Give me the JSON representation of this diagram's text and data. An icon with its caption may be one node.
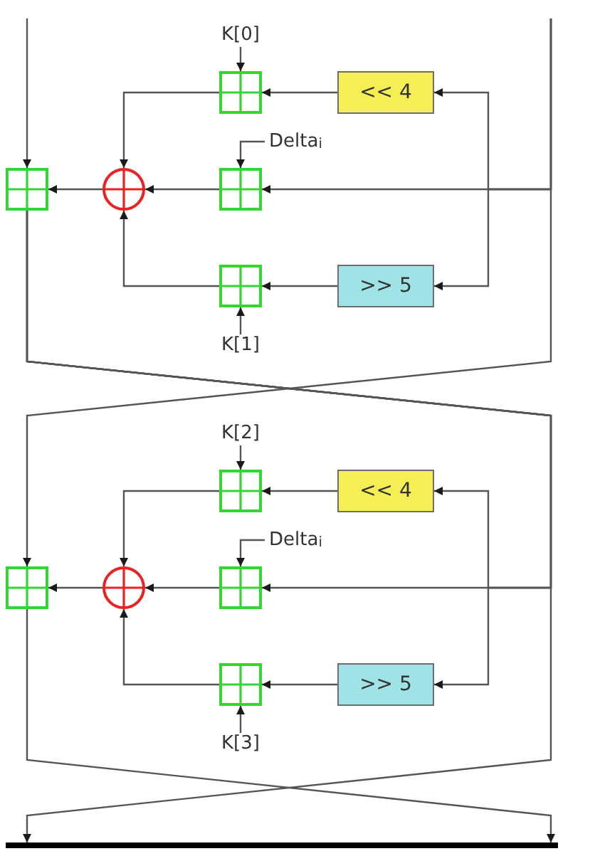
{
  "diagram": {
    "nodes": [
      {
        "text": [
          "K[0]"
        ]
      },
      {
        "text": [],
        "shape": "box"
      },
      {
        "text": [
          "<< 4"
        ]
      },
      {
        "text": [
          "Delta$_{i}$"
        ]
      },
      {
        "text": [],
        "shape": "box"
      },
      {
        "text": [],
        "shape": "circle"
      },
      {
        "text": [],
        "shape": "box"
      },
      {
        "text": [],
        "shape": "box"
      },
      {
        "text": [
          ">> 5"
        ]
      },
      {
        "text": [
          "K[1]"
        ]
      },
      {
        "text": [
          "K[2]"
        ]
      },
      {
        "text": [],
        "shape": "box"
      },
      {
        "text": [
          "<< 4"
        ]
      },
      {
        "text": [
          "Delta$_{i}$"
        ]
      },
      {
        "text": [],
        "shape": "box"
      },
      {
        "text": [],
        "shape": "circle"
      },
      {
        "text": [],
        "shape": "box"
      },
      {
        "text": [],
        "shape": "box"
      },
      {
        "text": [
          ">> 5"
        ]
      },
      {
        "text": [
          "K[3]"
        ]
      },
      {
        "text": [],
        "shape": "bar"
      }
    ],
    "edges": [
      {
        "from": 0,
        "to": 1,
        "arrow": "to"
      },
      {
        "from": 2,
        "to": 1,
        "arrow": "to"
      },
      {
        "from": 1,
        "to": 5,
        "arrow": "to"
      },
      {
        "from": 3,
        "to": 6,
        "arrow": "to"
      },
      {
        "from": 6,
        "to": 5,
        "arrow": "to"
      },
      {
        "from": 5,
        "to": 4,
        "arrow": "to"
      },
      {
        "from": 8,
        "to": 7,
        "arrow": "to"
      },
      {
        "from": 7,
        "to": 5,
        "arrow": "to"
      },
      {
        "from": 9,
        "to": 7,
        "arrow": "to"
      },
      {
        "from": 10,
        "to": 11,
        "arrow": "to"
      },
      {
        "from": 12,
        "to": 11,
        "arrow": "to"
      },
      {
        "from": 11,
        "to": 15,
        "arrow": "to"
      },
      {
        "from": 13,
        "to": 16,
        "arrow": "to"
      },
      {
        "from": 16,
        "to": 15,
        "arrow": "to"
      },
      {
        "from": 15,
        "to": 14,
        "arrow": "to"
      },
      {
        "from": 18,
        "to": 17,
        "arrow": "to"
      },
      {
        "from": 17,
        "to": 15,
        "arrow": "to"
      },
      {
        "from": 19,
        "to": 17,
        "arrow": "to"
      },
      {
        "from": null,
        "to": 4,
        "arrow": "to"
      },
      {
        "from": null,
        "to": 6,
        "arrow": "to"
      },
      {
        "from": null,
        "to": 2,
        "arrow": "to"
      },
      {
        "from": null,
        "to": 8,
        "arrow": "to"
      },
      {
        "from": null,
        "to": 14,
        "arrow": "to"
      },
      {
        "from": 4,
        "to": 16,
        "arrow": "to"
      },
      {
        "from": 4,
        "to": 12,
        "arrow": "to"
      },
      {
        "from": 4,
        "to": 18,
        "arrow": "to"
      },
      {
        "from": 4,
        "to": 20,
        "arrow": "to"
      },
      {
        "from": 14,
        "to": 20,
        "arrow": "to"
      }
    ]
  }
}
